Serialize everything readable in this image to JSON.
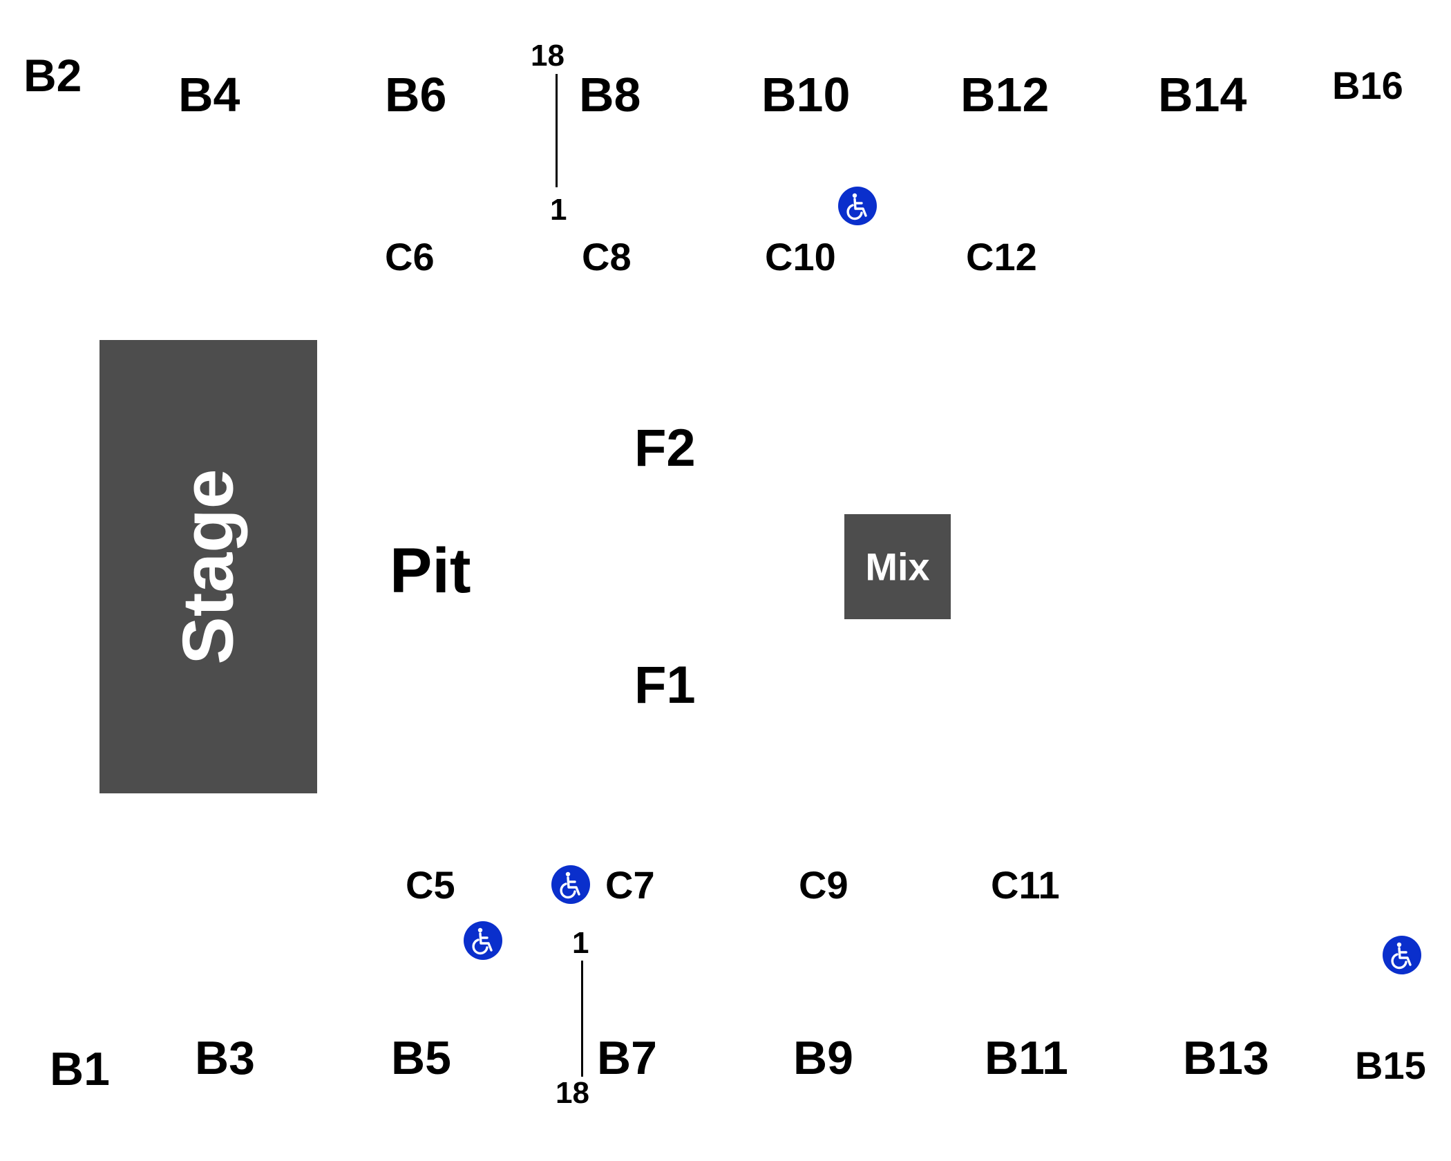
{
  "colors": {
    "block": "#4d4d4d",
    "accessible": "#0a2fcc",
    "text": "#000000",
    "background": "#ffffff"
  },
  "stage": {
    "label": "Stage"
  },
  "mix": {
    "label": "Mix"
  },
  "floor": {
    "pit": "Pit",
    "f1": "F1",
    "f2": "F2"
  },
  "sections_top_b": [
    "B2",
    "B4",
    "B6",
    "B8",
    "B10",
    "B12",
    "B14",
    "B16"
  ],
  "sections_top_c": [
    "C6",
    "C8",
    "C10",
    "C12"
  ],
  "sections_bottom_c": [
    "C5",
    "C7",
    "C9",
    "C11"
  ],
  "sections_bottom_b": [
    "B1",
    "B3",
    "B5",
    "B7",
    "B9",
    "B11",
    "B13",
    "B15"
  ],
  "row_markers": {
    "top": {
      "first": "18",
      "last": "1"
    },
    "bottom": {
      "first": "1",
      "last": "18"
    }
  },
  "accessibility_icon": "wheelchair-icon"
}
